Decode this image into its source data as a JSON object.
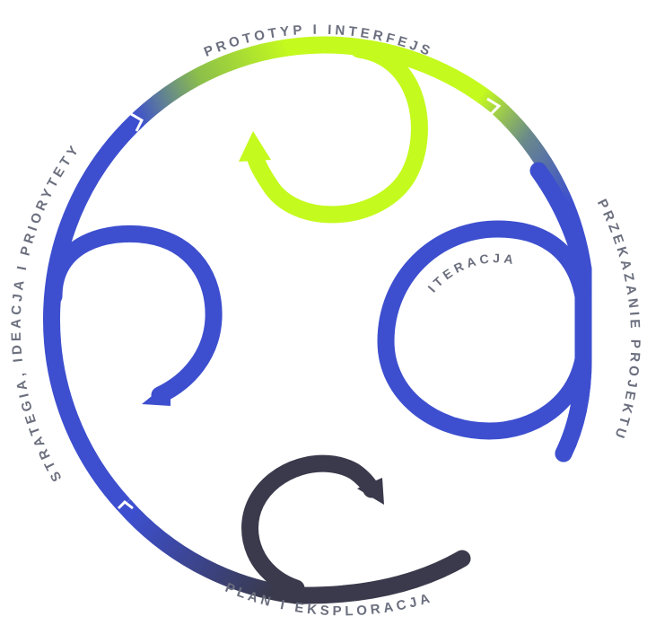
{
  "labels": {
    "top": "PROTOTYP I INTERFEJS",
    "right": "PRZEKAZANIE PROJEKTU",
    "bottom": "PLAN I EKSPLORACJA",
    "left": "STRATEGIA, IDEACJA I PRIORYTETY",
    "inner": "ITERACJA"
  },
  "colors": {
    "lime": "#c4fa1e",
    "blue": "#3d4fcf",
    "dark": "#3a3a4c",
    "label": "#6b6f7e"
  }
}
